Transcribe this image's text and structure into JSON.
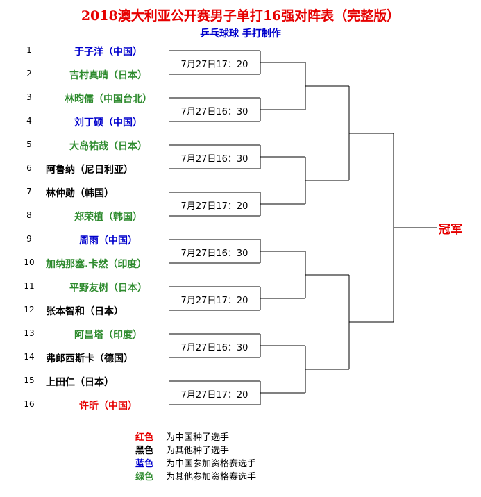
{
  "header": {
    "title": "2018澳大利亚公开赛男子单打16强对阵表（完整版）",
    "subtitle": "乒乓球球    手打制作"
  },
  "colors": {
    "red": "#e60000",
    "black": "#000000",
    "blue": "#0000cc",
    "green": "#2e8b2e",
    "line": "#000000"
  },
  "players": [
    {
      "seed": "1",
      "name": "于子洋（中国）",
      "color": "blue"
    },
    {
      "seed": "2",
      "name": "吉村真晴（日本）",
      "color": "green"
    },
    {
      "seed": "3",
      "name": "林昀儒（中国台北）",
      "color": "green"
    },
    {
      "seed": "4",
      "name": "刘丁硕（中国）",
      "color": "blue"
    },
    {
      "seed": "5",
      "name": "大岛祐哉（日本）",
      "color": "green"
    },
    {
      "seed": "6",
      "name": "阿鲁纳（尼日利亚）",
      "color": "black"
    },
    {
      "seed": "7",
      "name": "林仲勋（韩国）",
      "color": "black"
    },
    {
      "seed": "8",
      "name": "郑荣植（韩国）",
      "color": "green"
    },
    {
      "seed": "9",
      "name": "周雨（中国）",
      "color": "blue"
    },
    {
      "seed": "10",
      "name": "加纳那塞.卡然（印度）",
      "color": "green"
    },
    {
      "seed": "11",
      "name": "平野友树（日本）",
      "color": "green"
    },
    {
      "seed": "12",
      "name": "张本智和（日本）",
      "color": "black"
    },
    {
      "seed": "13",
      "name": "阿昌塔（印度）",
      "color": "green"
    },
    {
      "seed": "14",
      "name": "弗郎西斯卡（德国）",
      "color": "black"
    },
    {
      "seed": "15",
      "name": "上田仁（日本）",
      "color": "black"
    },
    {
      "seed": "16",
      "name": "许昕（中国）",
      "color": "red"
    }
  ],
  "matches": [
    {
      "time": "7月27日17：20"
    },
    {
      "time": "7月27日16：30"
    },
    {
      "time": "7月27日16：30"
    },
    {
      "time": "7月27日17：20"
    },
    {
      "time": "7月27日16：30"
    },
    {
      "time": "7月27日17：20"
    },
    {
      "time": "7月27日16：30"
    },
    {
      "time": "7月27日17：20"
    }
  ],
  "final": {
    "label": "冠军"
  },
  "legend": [
    {
      "key": "红色",
      "desc": "为中国种子选手",
      "color": "red"
    },
    {
      "key": "黑色",
      "desc": "为其他种子选手",
      "color": "black"
    },
    {
      "key": "蓝色",
      "desc": "为中国参加资格赛选手",
      "color": "blue"
    },
    {
      "key": "绿色",
      "desc": "为其他参加资格赛选手",
      "color": "green"
    }
  ]
}
